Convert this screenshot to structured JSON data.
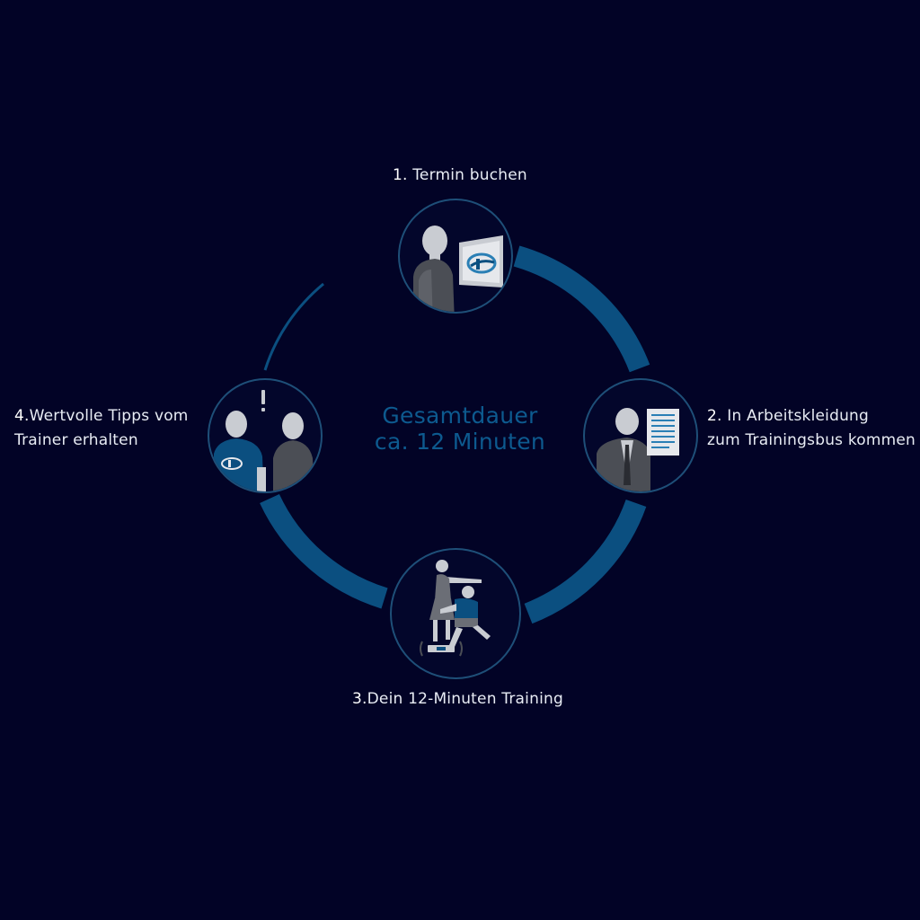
{
  "diagram": {
    "center_title": {
      "line1": "Gesamtdauer",
      "line2": "ca. 12 Minuten"
    },
    "steps": [
      {
        "number": "1.",
        "line1": "Termin buchen",
        "icon": "person-at-screen-icon"
      },
      {
        "number": "2.",
        "line1": "In Arbeitskleidung",
        "line2": "zum Trainingsbus kommen",
        "icon": "businessman-with-document-icon"
      },
      {
        "number": "3.",
        "line1": "Dein 12-Minuten Training",
        "icon": "training-on-vibration-plate-icon"
      },
      {
        "number": "4.",
        "line1": "Wertvolle Tipps vom",
        "line2": "Trainer erhalten",
        "icon": "trainer-giving-tips-icon"
      }
    ],
    "colors": {
      "background": "#020326",
      "ring": "#0b4f80",
      "circle_fill": "#03062b",
      "circle_stroke": "#1e4f78",
      "figure_light": "#c9ccd2",
      "figure_dark": "#4b4e55",
      "text": "#e8ecf4",
      "center_text": "#0d5a8f"
    }
  }
}
